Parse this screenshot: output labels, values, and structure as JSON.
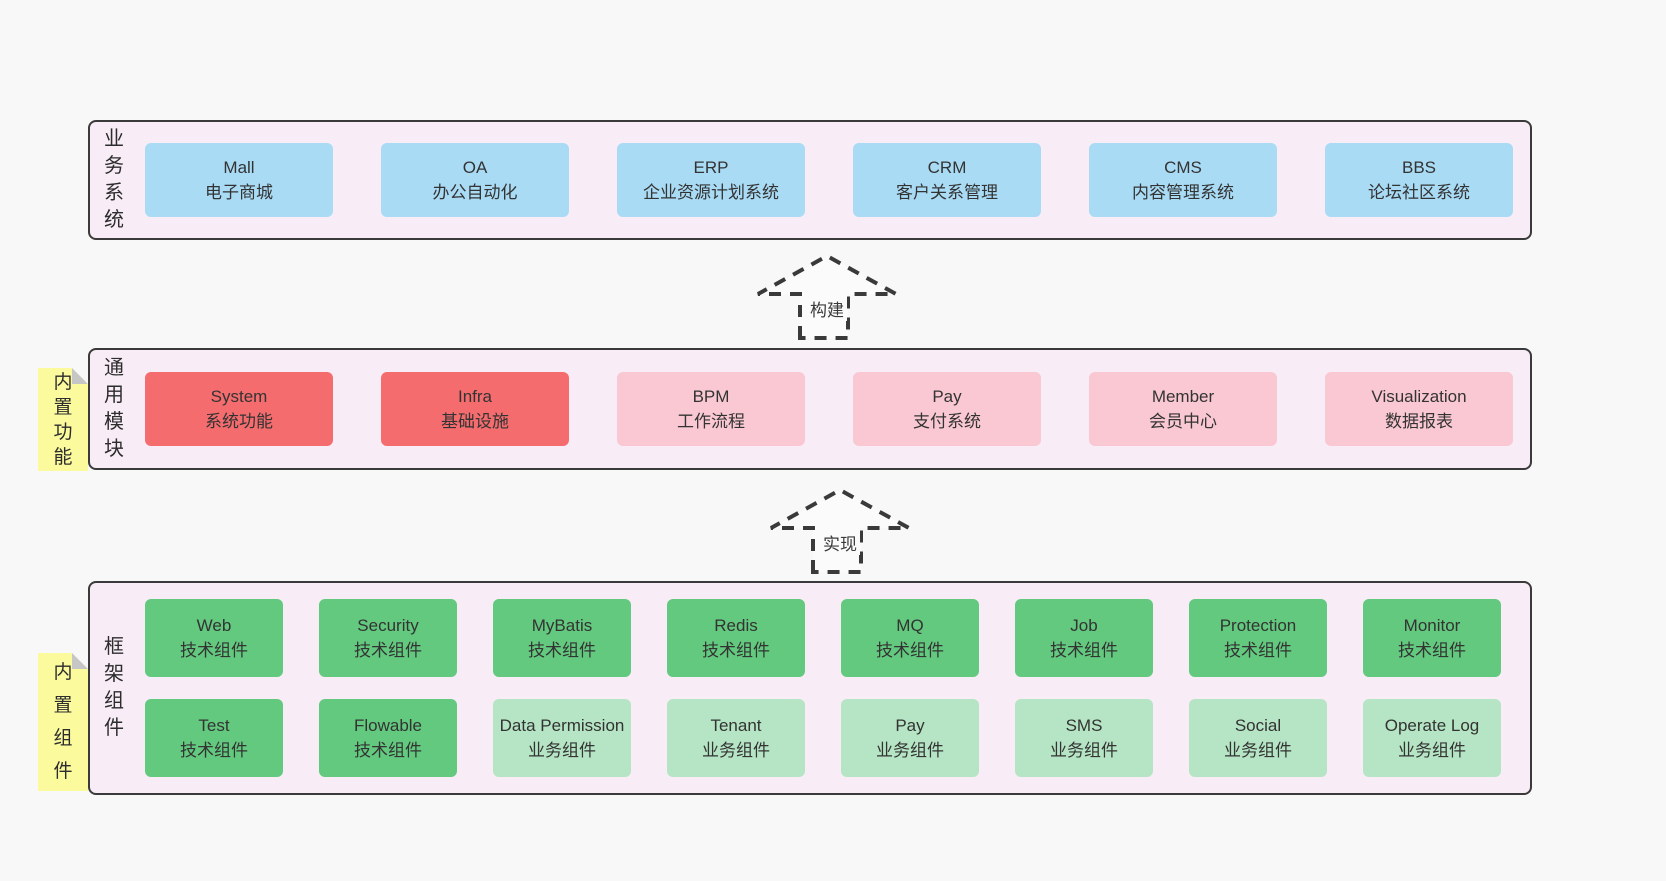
{
  "layers": [
    {
      "label": "业务系统",
      "boxes": [
        {
          "title": "Mall",
          "subtitle": "电子商城"
        },
        {
          "title": "OA",
          "subtitle": "办公自动化"
        },
        {
          "title": "ERP",
          "subtitle": "企业资源计划系统"
        },
        {
          "title": "CRM",
          "subtitle": "客户关系管理"
        },
        {
          "title": "CMS",
          "subtitle": "内容管理系统"
        },
        {
          "title": "BBS",
          "subtitle": "论坛社区系统"
        }
      ]
    },
    {
      "label": "通用模块",
      "boxes": [
        {
          "title": "System",
          "subtitle": "系统功能"
        },
        {
          "title": "Infra",
          "subtitle": "基础设施"
        },
        {
          "title": "BPM",
          "subtitle": "工作流程"
        },
        {
          "title": "Pay",
          "subtitle": "支付系统"
        },
        {
          "title": "Member",
          "subtitle": "会员中心"
        },
        {
          "title": "Visualization",
          "subtitle": "数据报表"
        }
      ]
    },
    {
      "label": "框架组件",
      "boxes": [
        {
          "title": "Web",
          "subtitle": "技术组件"
        },
        {
          "title": "Security",
          "subtitle": "技术组件"
        },
        {
          "title": "MyBatis",
          "subtitle": "技术组件"
        },
        {
          "title": "Redis",
          "subtitle": "技术组件"
        },
        {
          "title": "MQ",
          "subtitle": "技术组件"
        },
        {
          "title": "Job",
          "subtitle": "技术组件"
        },
        {
          "title": "Protection",
          "subtitle": "技术组件"
        },
        {
          "title": "Monitor",
          "subtitle": "技术组件"
        },
        {
          "title": "Test",
          "subtitle": "技术组件"
        },
        {
          "title": "Flowable",
          "subtitle": "技术组件"
        },
        {
          "title": "Data Permission",
          "subtitle": "业务组件"
        },
        {
          "title": "Tenant",
          "subtitle": "业务组件"
        },
        {
          "title": "Pay",
          "subtitle": "业务组件"
        },
        {
          "title": "SMS",
          "subtitle": "业务组件"
        },
        {
          "title": "Social",
          "subtitle": "业务组件"
        },
        {
          "title": "Operate Log",
          "subtitle": "业务组件"
        }
      ]
    }
  ],
  "notes": [
    {
      "text": "内置功能"
    },
    {
      "text": "内置组件"
    }
  ],
  "arrows": [
    {
      "label": "构建"
    },
    {
      "label": "实现"
    }
  ],
  "colors": {
    "background": "#f8f8f8",
    "panel_bg": "#f8edf6",
    "panel_border": "#3a3a3a",
    "blue": "#a9dbf5",
    "red": "#f56c6e",
    "pink": "#f9c8d2",
    "green": "#62c97e",
    "light_green": "#b5e5c4",
    "yellow_note": "#fbfb9e",
    "text": "#333333"
  }
}
